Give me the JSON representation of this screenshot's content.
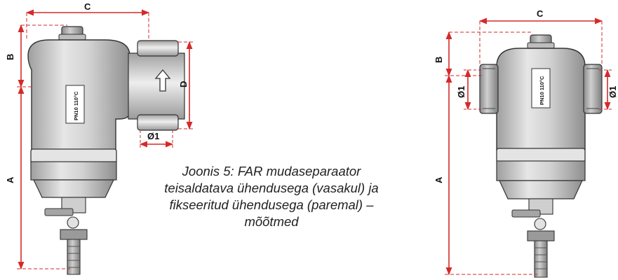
{
  "caption": {
    "lines": [
      "Joonis 5: FAR mudaseparaator",
      "teisaldatava ühendusega (vasakul) ja",
      "fikseeritud ühendusega (paremal) –",
      "mõõtmed"
    ]
  },
  "left_figure": {
    "dims": {
      "top": "C",
      "upper_side": "B",
      "lower_side": "A",
      "pipe_height": "D",
      "pipe_diameter": "Ø1"
    },
    "label_plate": "PN10 110°C"
  },
  "right_figure": {
    "dims": {
      "top": "C",
      "upper_side": "B",
      "lower_side": "A",
      "left_diameter": "Ø1",
      "right_diameter": "Ø1"
    },
    "label_plate": "PN10 110°C"
  },
  "colors": {
    "dimension": "#d42a2a",
    "body": "#d8d8d8",
    "outline": "#333333",
    "brass": "#c9c9c9"
  }
}
